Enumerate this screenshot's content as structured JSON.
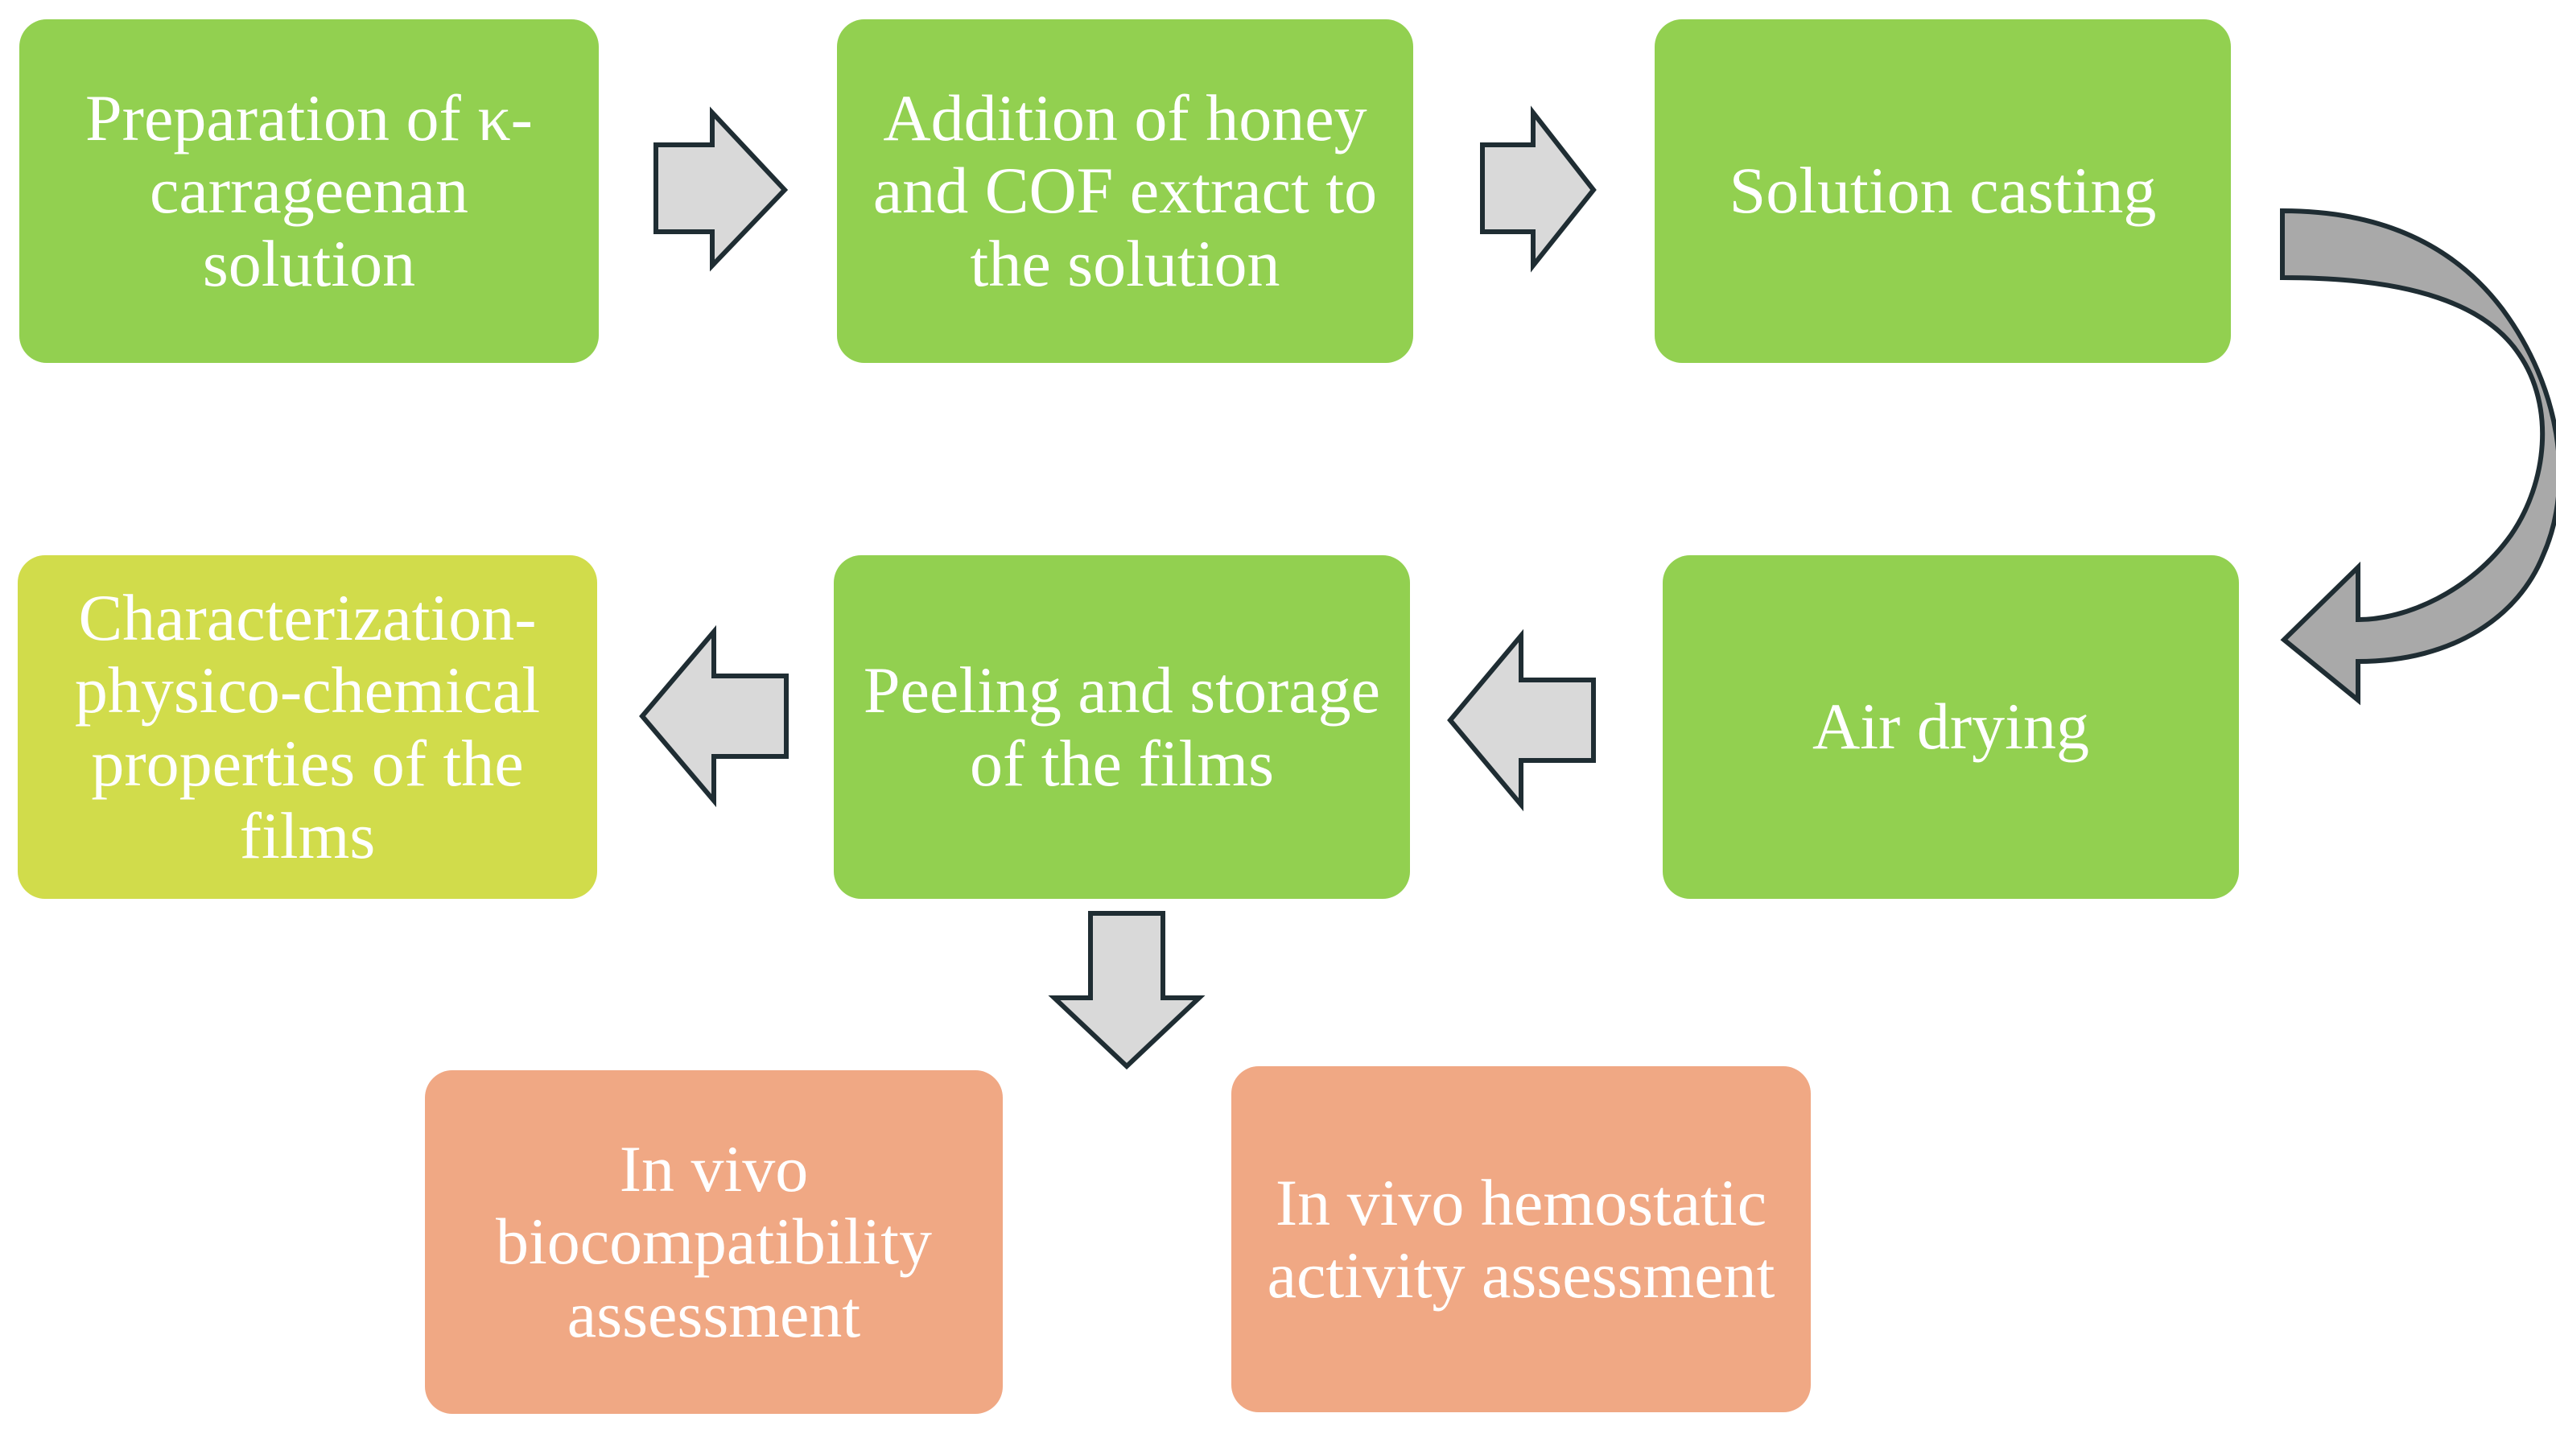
{
  "diagram": {
    "steps": {
      "step1": "Preparation of κ-carrageenan solution",
      "step2": "Addition of honey and COF extract to the solution",
      "step3": "Solution casting",
      "step4": "Air drying",
      "step5": "Peeling and storage of the films",
      "step6": "Characterization-physico-chemical properties of the films",
      "step7": "In vivo biocompatibility assessment",
      "step8": "In vivo hemostatic activity assessment"
    },
    "colors": {
      "process": "#92d050",
      "characterization": "#d1dc4b",
      "assessment": "#f0a884",
      "arrow_fill": "#d9d9d9",
      "arrow_outline": "#1f2d33"
    }
  }
}
